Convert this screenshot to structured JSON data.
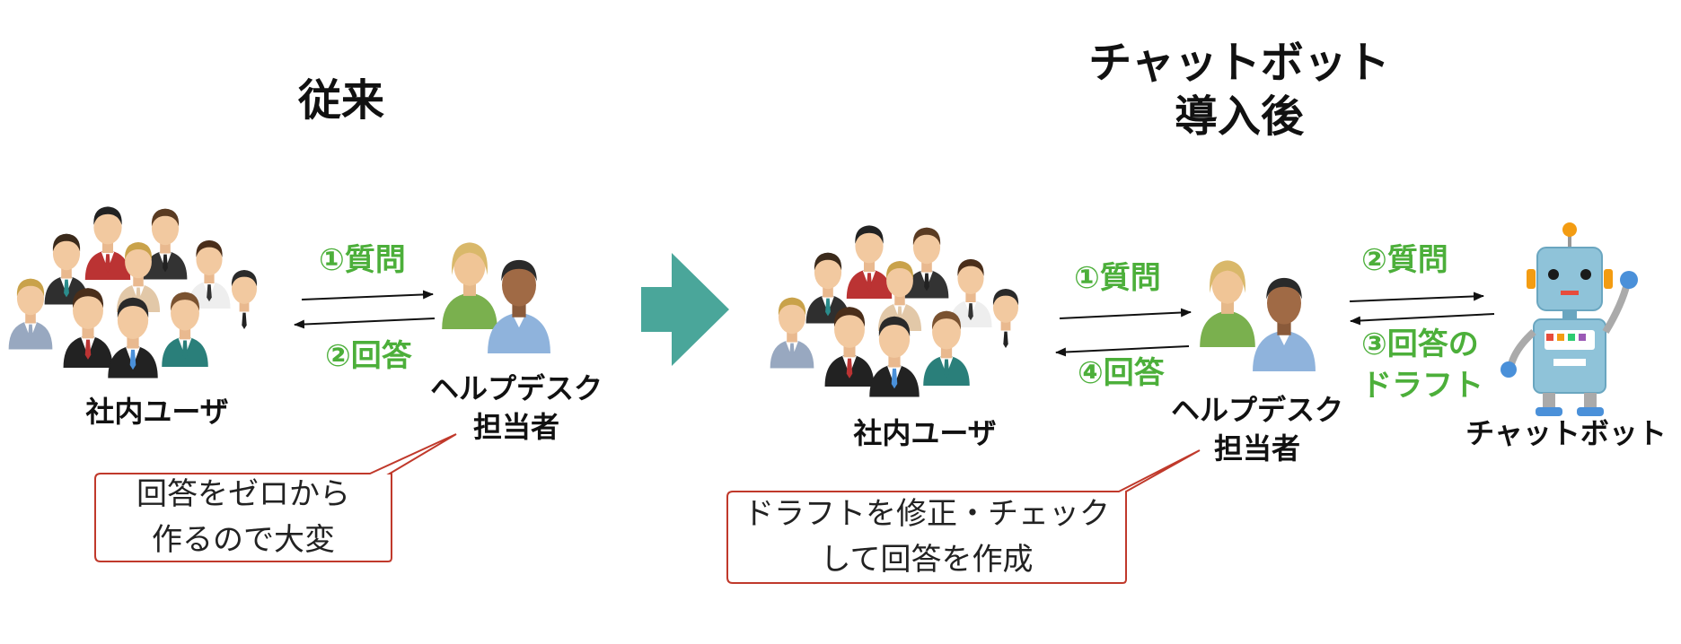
{
  "before": {
    "title": "従来",
    "users_label": "社内ユーザ",
    "helpdesk_label": [
      "ヘルプデスク",
      "担当者"
    ],
    "question": "①質問",
    "answer": "②回答",
    "note": [
      "回答をゼロから",
      "作るので大変"
    ]
  },
  "after": {
    "title": [
      "チャットボット",
      "導入後"
    ],
    "users_label": "社内ユーザ",
    "helpdesk_label": [
      "ヘルプデスク",
      "担当者"
    ],
    "bot_label": "チャットボット",
    "question_user": "①質問",
    "answer_user": "④回答",
    "question_bot": "②質問",
    "draft": [
      "③回答の",
      "ドラフト"
    ],
    "note": [
      "ドラフトを修正・チェック",
      "して回答を作成"
    ]
  },
  "colors": {
    "accent_green": "#4caf3a",
    "transition_arrow": "#4aa69a",
    "bubble_border": "#c0392b"
  }
}
